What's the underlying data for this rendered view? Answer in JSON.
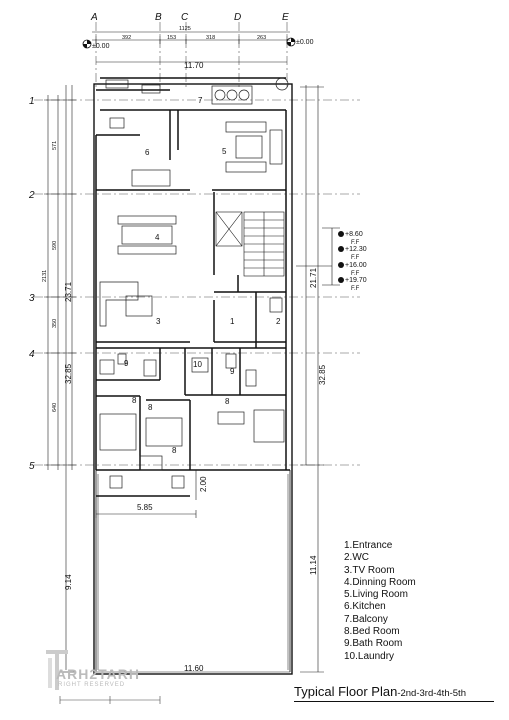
{
  "grid": {
    "columns": [
      "A",
      "B",
      "C",
      "D",
      "E"
    ],
    "rows": [
      "1",
      "2",
      "3",
      "4",
      "5"
    ]
  },
  "levels": {
    "top_left": "±0.00",
    "top_right": "±0.00"
  },
  "elevation_tags": [
    {
      "level": "+8.60",
      "label": "F.F"
    },
    {
      "level": "+12.30",
      "label": "F.F"
    },
    {
      "level": "+16.00",
      "label": "F.F"
    },
    {
      "level": "+19.70",
      "label": "F.F"
    }
  ],
  "dimensions": {
    "top_total": "1125",
    "top_segments": [
      "392",
      "153",
      "318",
      "263"
    ],
    "top_width": "11.70",
    "bottom_width": "11.60",
    "left_segments": [
      "571",
      "590",
      "350",
      "640"
    ],
    "left_total": "2131",
    "left_depth_upper": "23.71",
    "left_depth_total": "32.85",
    "left_depth_lower": "9.14",
    "right_depth_upper": "21.71",
    "right_depth_total": "32.85",
    "right_depth_lower": "11.14",
    "inner_depth": "2.00",
    "inner_width": "5.85"
  },
  "room_tags": [
    {
      "id": "7",
      "name": "balcony"
    },
    {
      "id": "6",
      "name": "kitchen"
    },
    {
      "id": "5",
      "name": "living"
    },
    {
      "id": "4",
      "name": "dining"
    },
    {
      "id": "3",
      "name": "tv"
    },
    {
      "id": "1",
      "name": "entrance"
    },
    {
      "id": "2",
      "name": "wc"
    },
    {
      "id": "9",
      "name": "bath-a"
    },
    {
      "id": "10",
      "name": "laundry"
    },
    {
      "id": "9",
      "name": "bath-b"
    },
    {
      "id": "8",
      "name": "bed-a"
    },
    {
      "id": "8",
      "name": "bed-b"
    },
    {
      "id": "8",
      "name": "bed-c"
    },
    {
      "id": "8",
      "name": "bed-d"
    }
  ],
  "legend": [
    "1.Entrance",
    "2.WC",
    "3.TV Room",
    "4.Dinning Room",
    "5.Living Room",
    "6.Kitchen",
    "7.Balcony",
    "8.Bed Room",
    "9.Bath Room",
    "10.Laundry"
  ],
  "title": {
    "main": "Typical Floor Plan",
    "sub": "-2nd-3rd-4th-5th"
  },
  "logo": {
    "brand": "ARH2TARH",
    "rights": "RIGHT RESERVED"
  }
}
